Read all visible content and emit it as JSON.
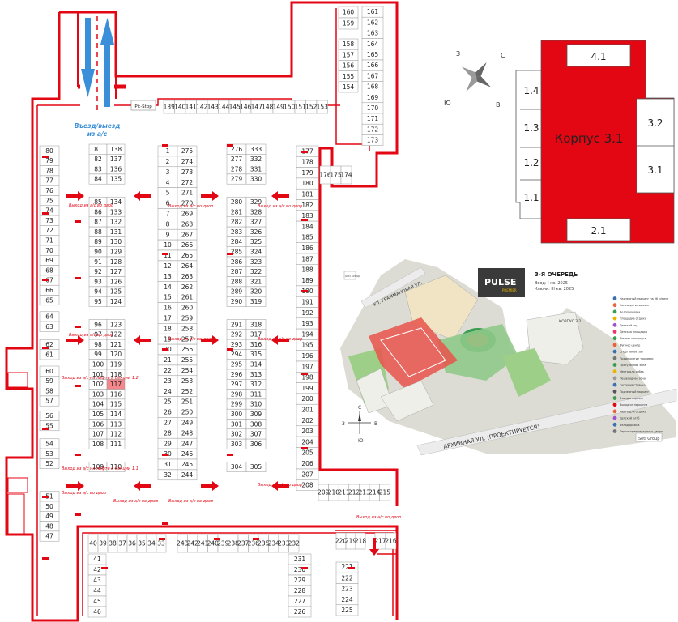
{
  "entrance": {
    "line1": "Въезд/выезд",
    "line2": "из а/с"
  },
  "pit_stop": "Pit-Stop",
  "exit_notes": {
    "exit_door": "Выход из а/с во двор",
    "exit_corpus_12": "Выход из а/с во двор",
    "exit_lift_12": "Выход из а/с на лифте в Секции 1.2",
    "exit_lift_11": "Выход из а/с на лифте в Секции 1.1",
    "exit_bottom_right_1": "Выход из а/с во двор"
  },
  "parking_slots": {
    "top_right_pair": [
      "160",
      "159",
      "161",
      "162",
      "163",
      "164",
      "165",
      "166",
      "167",
      "168",
      "169",
      "170",
      "171",
      "172",
      "173"
    ],
    "upper_row": [
      "139",
      "140",
      "141",
      "142",
      "143",
      "144",
      "145",
      "146",
      "147",
      "148",
      "149",
      "150",
      "151",
      "152",
      "153"
    ],
    "col_158": [
      "158",
      "157",
      "156",
      "155",
      "154"
    ],
    "col_a": [
      "80",
      "79",
      "78",
      "77",
      "76",
      "75",
      "74",
      "73",
      "72",
      "71",
      "70",
      "69",
      "68",
      "67",
      "66",
      "65",
      "64",
      "63",
      "62",
      "61",
      "60",
      "59",
      "58",
      "57",
      "56",
      "55",
      "54",
      "53",
      "52",
      "51",
      "50",
      "49",
      "48",
      "47"
    ],
    "col_b_left": [
      "81",
      "82",
      "83",
      "84",
      "85",
      "86",
      "87",
      "88",
      "89",
      "90",
      "91",
      "92",
      "93",
      "94",
      "95",
      "96",
      "97",
      "98",
      "99",
      "100",
      "101",
      "102",
      "103",
      "104",
      "105",
      "106",
      "107",
      "108",
      "109"
    ],
    "col_b_right": [
      "138",
      "137",
      "136",
      "135",
      "134",
      "133",
      "132",
      "131",
      "130",
      "129",
      "128",
      "127",
      "126",
      "125",
      "124",
      "123",
      "122",
      "121",
      "120",
      "119",
      "118",
      "117",
      "116",
      "115",
      "114",
      "113",
      "112",
      "111",
      "110"
    ],
    "col_c_left": [
      "1",
      "2",
      "3",
      "4",
      "5",
      "6",
      "7",
      "8",
      "9",
      "10",
      "11",
      "12",
      "13",
      "14",
      "15",
      "16",
      "17",
      "18",
      "19",
      "20",
      "21",
      "22",
      "23",
      "24",
      "25",
      "26",
      "27",
      "28",
      "29",
      "30",
      "31",
      "32"
    ],
    "col_c_right": [
      "275",
      "274",
      "273",
      "272",
      "271",
      "270",
      "269",
      "268",
      "267",
      "266",
      "265",
      "264",
      "263",
      "262",
      "261",
      "260",
      "259",
      "258",
      "257",
      "256",
      "255",
      "254",
      "253",
      "252",
      "251",
      "250",
      "249",
      "248",
      "247",
      "246",
      "245",
      "244"
    ],
    "col_d_left": [
      "276",
      "277",
      "278",
      "279",
      "280",
      "281",
      "282",
      "283",
      "284",
      "285",
      "286",
      "287",
      "288",
      "289",
      "290",
      "291",
      "292",
      "293",
      "294",
      "295",
      "296",
      "297",
      "298",
      "299",
      "300",
      "301",
      "302",
      "303",
      "304"
    ],
    "col_d_right": [
      "333",
      "332",
      "331",
      "330",
      "329",
      "328",
      "327",
      "326",
      "325",
      "324",
      "323",
      "322",
      "321",
      "320",
      "319",
      "318",
      "317",
      "316",
      "315",
      "314",
      "313",
      "312",
      "311",
      "310",
      "309",
      "308",
      "307",
      "306",
      "305"
    ],
    "col_e": [
      "177",
      "178",
      "179",
      "180",
      "181",
      "182",
      "183",
      "184",
      "185",
      "186",
      "187",
      "188",
      "189",
      "190",
      "191",
      "192",
      "193",
      "194",
      "195",
      "196",
      "197",
      "198",
      "199",
      "200",
      "201",
      "202",
      "203",
      "204",
      "205",
      "206",
      "207",
      "208"
    ],
    "small_176": [
      "176",
      "175",
      "174"
    ],
    "row_209": [
      "209",
      "210",
      "211",
      "212",
      "213",
      "214",
      "215"
    ],
    "bottom_row_left": [
      "40",
      "39",
      "38",
      "37",
      "36",
      "35",
      "34",
      "33"
    ],
    "bottom_row_mid": [
      "243",
      "242",
      "241",
      "240",
      "239",
      "238",
      "237",
      "236",
      "235",
      "234",
      "233",
      "232"
    ],
    "col_41": [
      "41",
      "42",
      "43",
      "44",
      "45",
      "46"
    ],
    "col_231": [
      "231",
      "230",
      "229",
      "228",
      "227",
      "226"
    ],
    "row_220": [
      "220",
      "219",
      "218"
    ],
    "row_217": [
      "217",
      "216"
    ],
    "col_221": [
      "221",
      "222",
      "223",
      "224",
      "225"
    ],
    "highlighted": "117"
  },
  "building": {
    "main_label": "Корпус 3.1",
    "sections": [
      "4.1",
      "1.4",
      "1.3",
      "1.2",
      "1.1",
      "3.2",
      "3.1",
      "2.1"
    ]
  },
  "compass_small": {
    "n": "С",
    "s": "Ю",
    "w": "З",
    "e": "В"
  },
  "compass_map": {
    "n": "С",
    "s": "Ю",
    "w": "З",
    "e": "В"
  },
  "map": {
    "brand_top": "PULSE",
    "brand_sub": "PREMIER",
    "queue_title": "3-Я ОЧЕРЕДЬ",
    "queue_line1": "Ввод: I кв. 2025",
    "queue_line2": "Ключи: III кв. 2025",
    "street_1": "УЛ. ГРАММАНОВАЯ УЛ.",
    "street_2": "АРХИВНАЯ УЛ. (ПРОЕКТИРУЕТСЯ)",
    "setl_1": "Setl Group",
    "setl_2": "Setl Group",
    "setl_3": "Setl Group",
    "korpus_32": "КОРПУС 3.2",
    "legend": [
      "Надземный паркинг на 96 м/мест",
      "Консьерж и паркинг",
      "Велопарковка",
      "Площадка отдыха",
      "Детский сад",
      "Детская площадка",
      "Фитнес площадка",
      "Фитнес-центр",
      "Спортивный зал",
      "Предприятие торговли",
      "Прогулочная зона",
      "Место для собак",
      "Пешеходная зона",
      "Гостевая стоянка",
      "Подземный паркинг",
      "Въезд в паркинг",
      "Выход из паркинга",
      "Место для отдыха",
      "Детский клуб",
      "Велодорожка",
      "Территория парадного двора"
    ]
  }
}
